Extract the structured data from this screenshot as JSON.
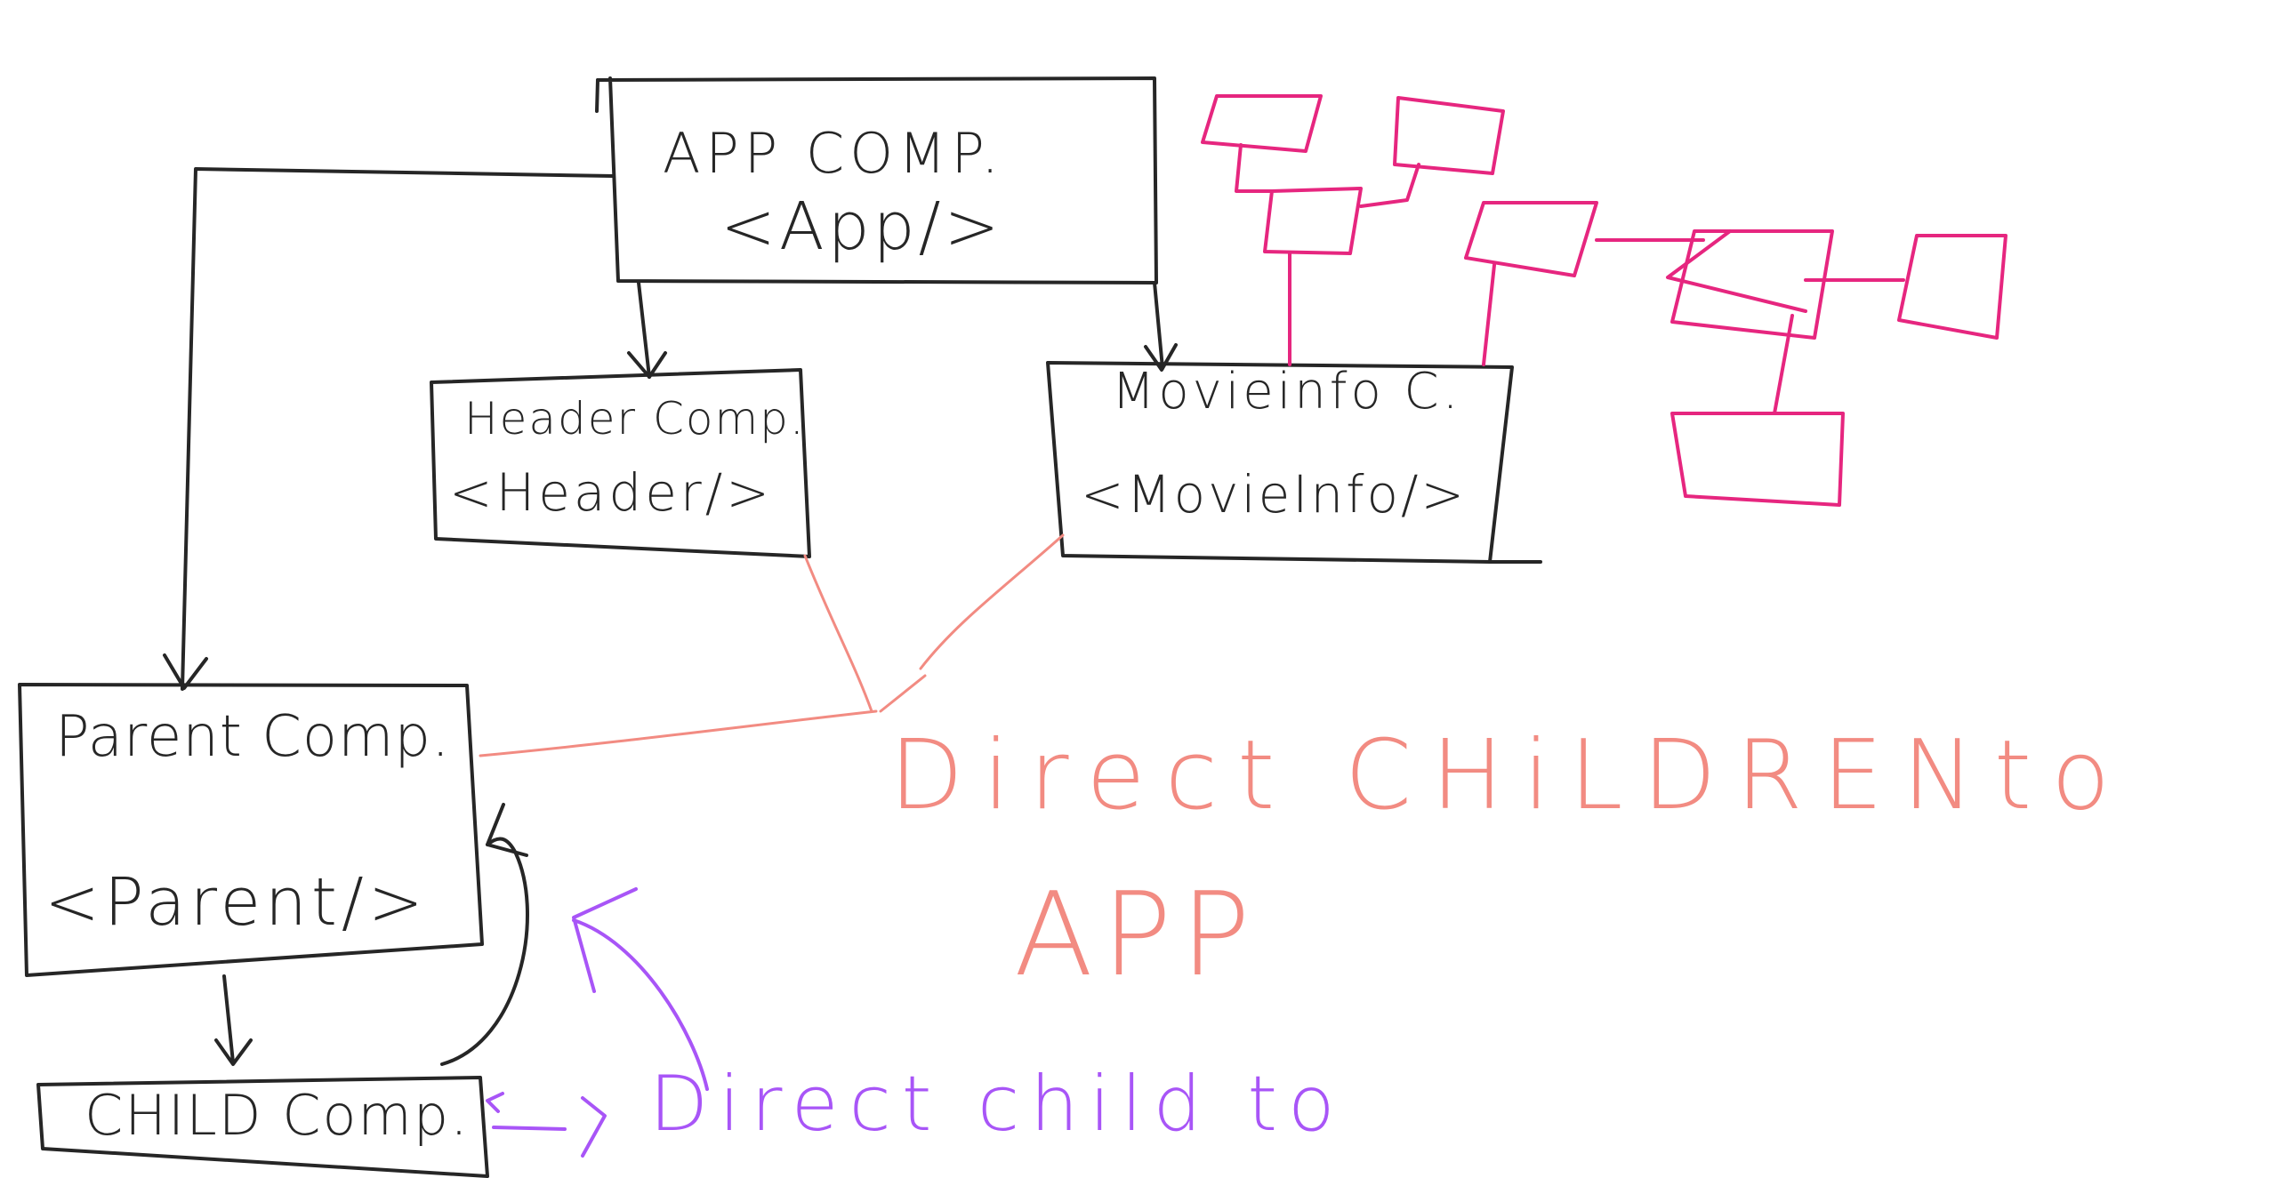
{
  "colors": {
    "ink": "#262626",
    "salmon": "#f28b82",
    "magenta": "#e6267f",
    "purple": "#a855f7",
    "background": "#ffffff"
  },
  "nodes": {
    "app": {
      "title": "APP COMP.",
      "tag": "<App/>"
    },
    "header": {
      "title": "Header Comp.",
      "tag": "<Header/>"
    },
    "movieinfo": {
      "title": "Movieinfo C.",
      "tag": "<MovieInfo/>"
    },
    "parent": {
      "title": "Parent Comp.",
      "tag": "<Parent/>"
    },
    "child": {
      "title": "CHILD Comp."
    }
  },
  "annotations": {
    "direct_children_line1": "Direct CHiLDRENto",
    "direct_children_line2": "APP",
    "direct_child": "Direct child to"
  },
  "tree_sketch": {
    "note_icon": "component-tree-sketch-icon"
  }
}
